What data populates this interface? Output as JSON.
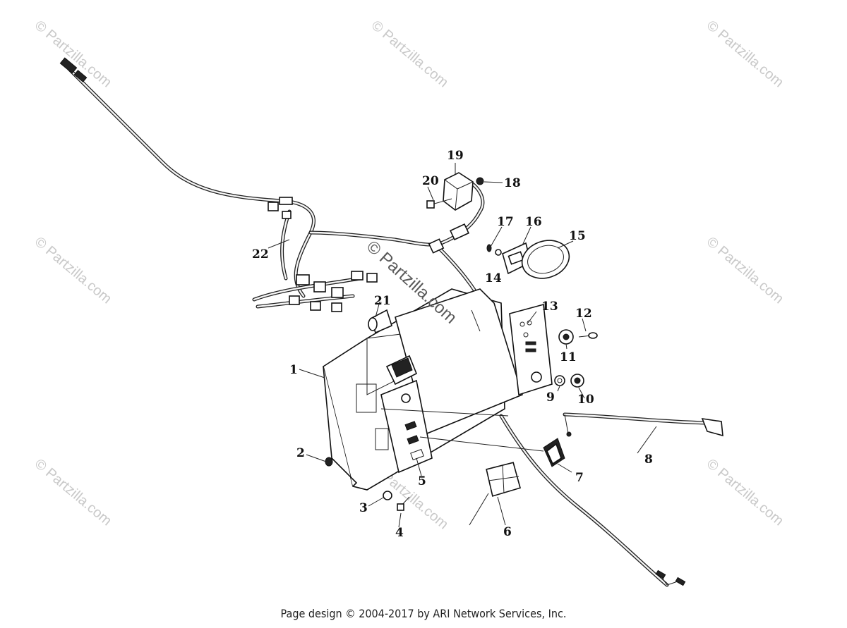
{
  "diagram": {
    "callouts": [
      {
        "id": "1",
        "label": "1"
      },
      {
        "id": "2",
        "label": "2"
      },
      {
        "id": "3",
        "label": "3"
      },
      {
        "id": "4",
        "label": "4"
      },
      {
        "id": "5",
        "label": "5"
      },
      {
        "id": "6",
        "label": "6"
      },
      {
        "id": "7",
        "label": "7"
      },
      {
        "id": "8",
        "label": "8"
      },
      {
        "id": "9",
        "label": "9"
      },
      {
        "id": "10",
        "label": "10"
      },
      {
        "id": "11",
        "label": "11"
      },
      {
        "id": "12",
        "label": "12"
      },
      {
        "id": "13",
        "label": "13"
      },
      {
        "id": "14",
        "label": "14"
      },
      {
        "id": "15",
        "label": "15"
      },
      {
        "id": "16",
        "label": "16"
      },
      {
        "id": "17",
        "label": "17"
      },
      {
        "id": "18",
        "label": "18"
      },
      {
        "id": "19",
        "label": "19"
      },
      {
        "id": "20",
        "label": "20"
      },
      {
        "id": "21",
        "label": "21"
      },
      {
        "id": "22",
        "label": "22"
      }
    ],
    "watermark_text": "© Partzilla.com",
    "center_watermark_text": "© Partzilla.com"
  },
  "footer": {
    "text": "Page design © 2004-2017 by ARI Network Services, Inc."
  }
}
